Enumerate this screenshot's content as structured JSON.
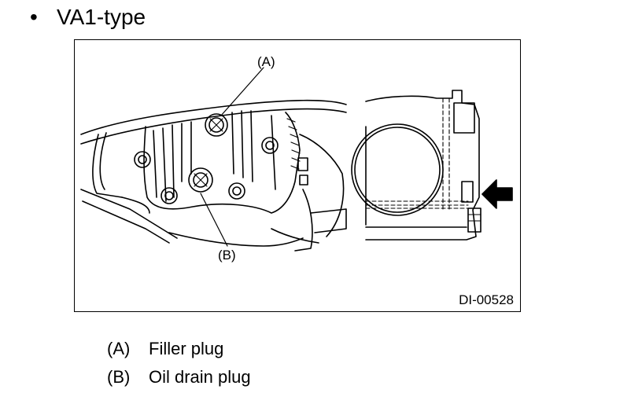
{
  "heading": {
    "bullet": "•",
    "title": "VA1-type"
  },
  "figure": {
    "id": "DI-00528",
    "callouts": {
      "a": "(A)",
      "b": "(B)"
    }
  },
  "legend": [
    {
      "key": "(A)",
      "label": "Filler plug"
    },
    {
      "key": "(B)",
      "label": "Oil drain plug"
    }
  ]
}
